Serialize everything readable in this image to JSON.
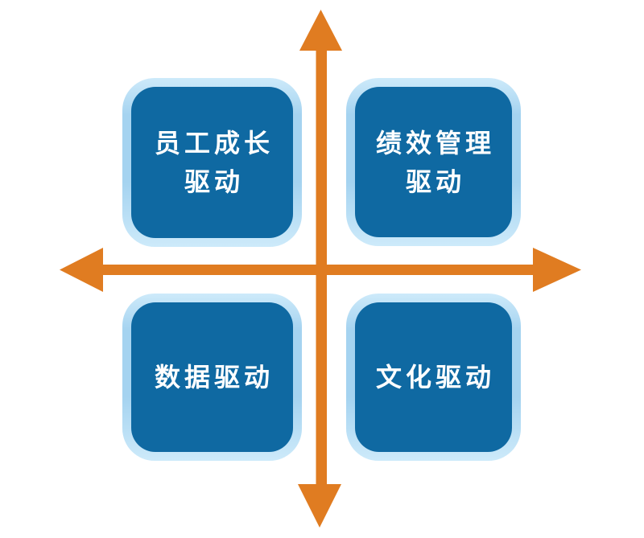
{
  "diagram": {
    "type": "quadrant-matrix",
    "quadrants": [
      {
        "position": "top-left",
        "label": "员工成长\n驱动"
      },
      {
        "position": "top-right",
        "label": "绩效管理\n驱动"
      },
      {
        "position": "bottom-left",
        "label": "数据驱动"
      },
      {
        "position": "bottom-right",
        "label": "文化驱动"
      }
    ]
  },
  "colors": {
    "axis_orange": "#e07c21",
    "box_fill_blue": "#0f69a2",
    "box_border_light_blue": "#a5d3f0",
    "box_border_highlight": "#cdeafa",
    "label_text": "#ffffff",
    "background": "#ffffff"
  }
}
